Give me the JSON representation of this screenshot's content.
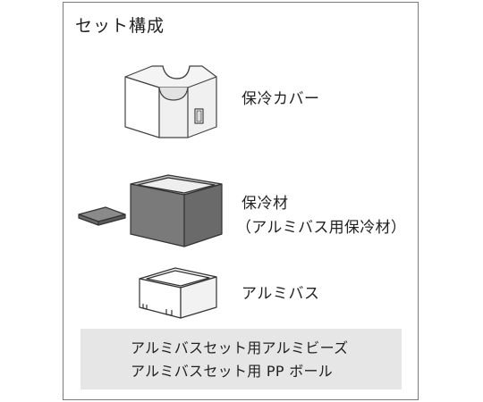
{
  "title": "セット構成",
  "components": [
    {
      "label": "保冷カバー"
    },
    {
      "label": "保冷材",
      "sublabel": "（アルミバス用保冷材）"
    },
    {
      "label": "アルミバス"
    }
  ],
  "accessories": [
    "アルミバスセット用アルミビーズ",
    "アルミバスセット用 PP ボール"
  ],
  "colors": {
    "frame": "#7a7a7a",
    "accessory_bg": "#e6e6e6",
    "cold_material": "#7d7d7d"
  }
}
